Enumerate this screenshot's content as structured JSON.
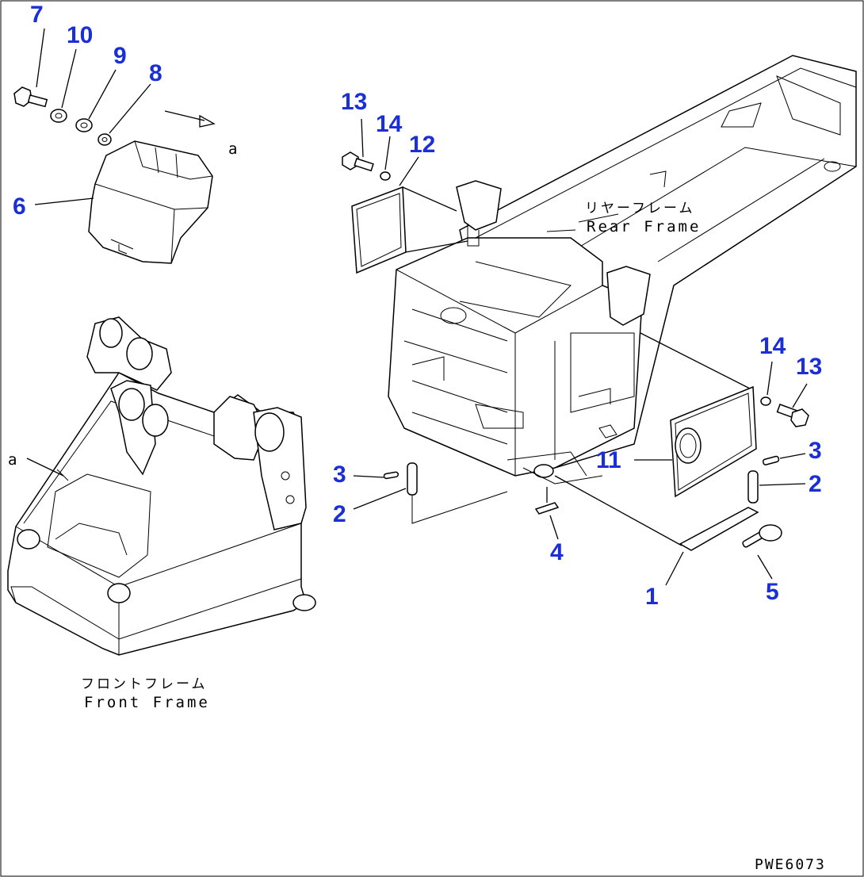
{
  "callouts": {
    "c7": "7",
    "c10": "10",
    "c9": "9",
    "c8": "8",
    "c6": "6",
    "c13a": "13",
    "c14a": "14",
    "c12": "12",
    "c14b": "14",
    "c13b": "13",
    "c3a": "3",
    "c2a": "2",
    "c11": "11",
    "c4": "4",
    "c3b": "3",
    "c2b": "2",
    "c1": "1",
    "c5": "5"
  },
  "labels": {
    "ref_a_top": "a",
    "ref_a_left": "a",
    "rear_frame_jp": "リヤーフレーム",
    "rear_frame_en": "Rear Frame",
    "front_frame_jp": "フロントフレーム",
    "front_frame_en": "Front Frame"
  },
  "figure_code": "PWE6073",
  "colors": {
    "callout": "#1a2fd6",
    "line": "#000000",
    "background": "#ffffff"
  }
}
